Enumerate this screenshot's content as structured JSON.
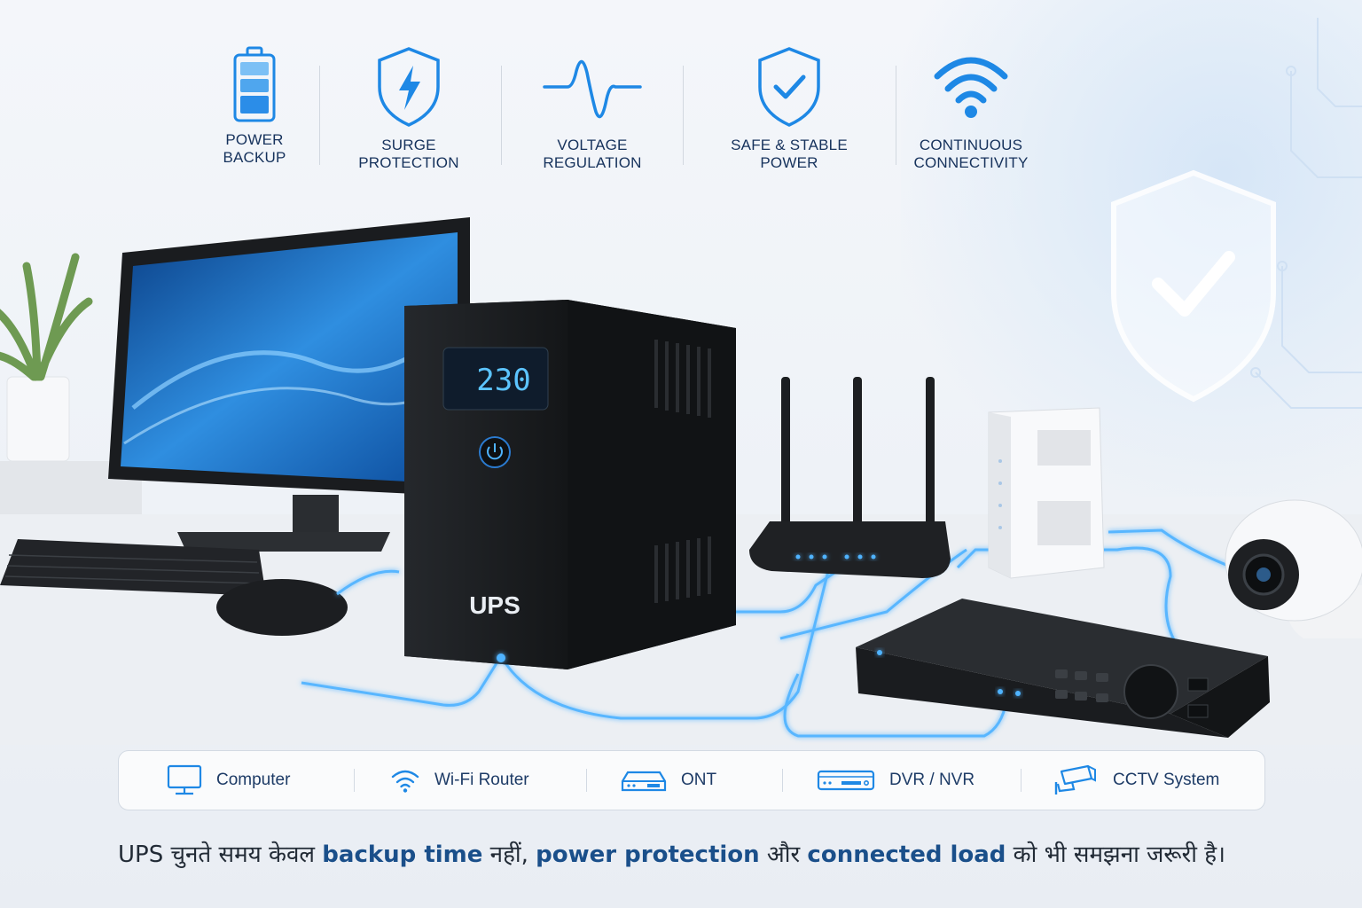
{
  "features": [
    {
      "icon": "battery-icon",
      "label": "POWER\nBACKUP"
    },
    {
      "icon": "shield-bolt-icon",
      "label": "SURGE\nPROTECTION"
    },
    {
      "icon": "waveform-icon",
      "label": "VOLTAGE\nREGULATION"
    },
    {
      "icon": "shield-check-icon",
      "label": "SAFE & STABLE\nPOWER"
    },
    {
      "icon": "wifi-icon",
      "label": "CONTINUOUS\nCONNECTIVITY"
    }
  ],
  "ups": {
    "display": "230",
    "brand": "UPS"
  },
  "devices": [
    {
      "icon": "monitor-icon",
      "label": "Computer"
    },
    {
      "icon": "wifi-icon",
      "label": "Wi-Fi Router"
    },
    {
      "icon": "ont-icon",
      "label": "ONT"
    },
    {
      "icon": "dvr-icon",
      "label": "DVR / NVR"
    },
    {
      "icon": "cctv-icon",
      "label": "CCTV System"
    }
  ],
  "caption": {
    "p1": "UPS चुनते समय केवल ",
    "h1": "backup time",
    "p2": " नहीं, ",
    "h2": "power protection",
    "p3": " और ",
    "h3": "connected load",
    "p4": " को भी समझना जरूरी है।"
  },
  "colors": {
    "accent": "#1e88e5",
    "text": "#16325c",
    "glow": "#4fb3ff"
  }
}
